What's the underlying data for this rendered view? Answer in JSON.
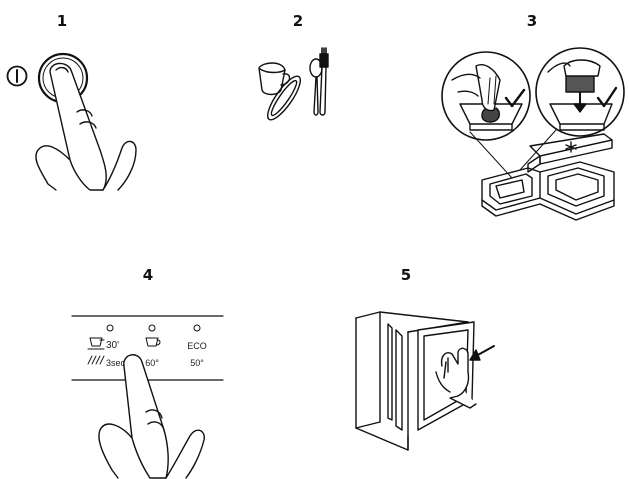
{
  "steps": [
    {
      "number": "1"
    },
    {
      "number": "2"
    },
    {
      "number": "3"
    },
    {
      "number": "4"
    },
    {
      "number": "5"
    }
  ],
  "panel": {
    "program_1_time": "30'",
    "program_1_quick": "3sec",
    "program_2_temp": "60°",
    "program_3_name": "ECO",
    "program_3_temp": "50°"
  },
  "icons": [
    "power-icon",
    "finger-press-icon",
    "cup-icon",
    "plate-icon",
    "spoon-icon",
    "fork-icon",
    "detergent-dispenser-icon",
    "checkmark-icon",
    "arrow-down-icon",
    "asterisk-icon",
    "dishwasher-icon",
    "arrow-icon",
    "hand-push-icon"
  ]
}
